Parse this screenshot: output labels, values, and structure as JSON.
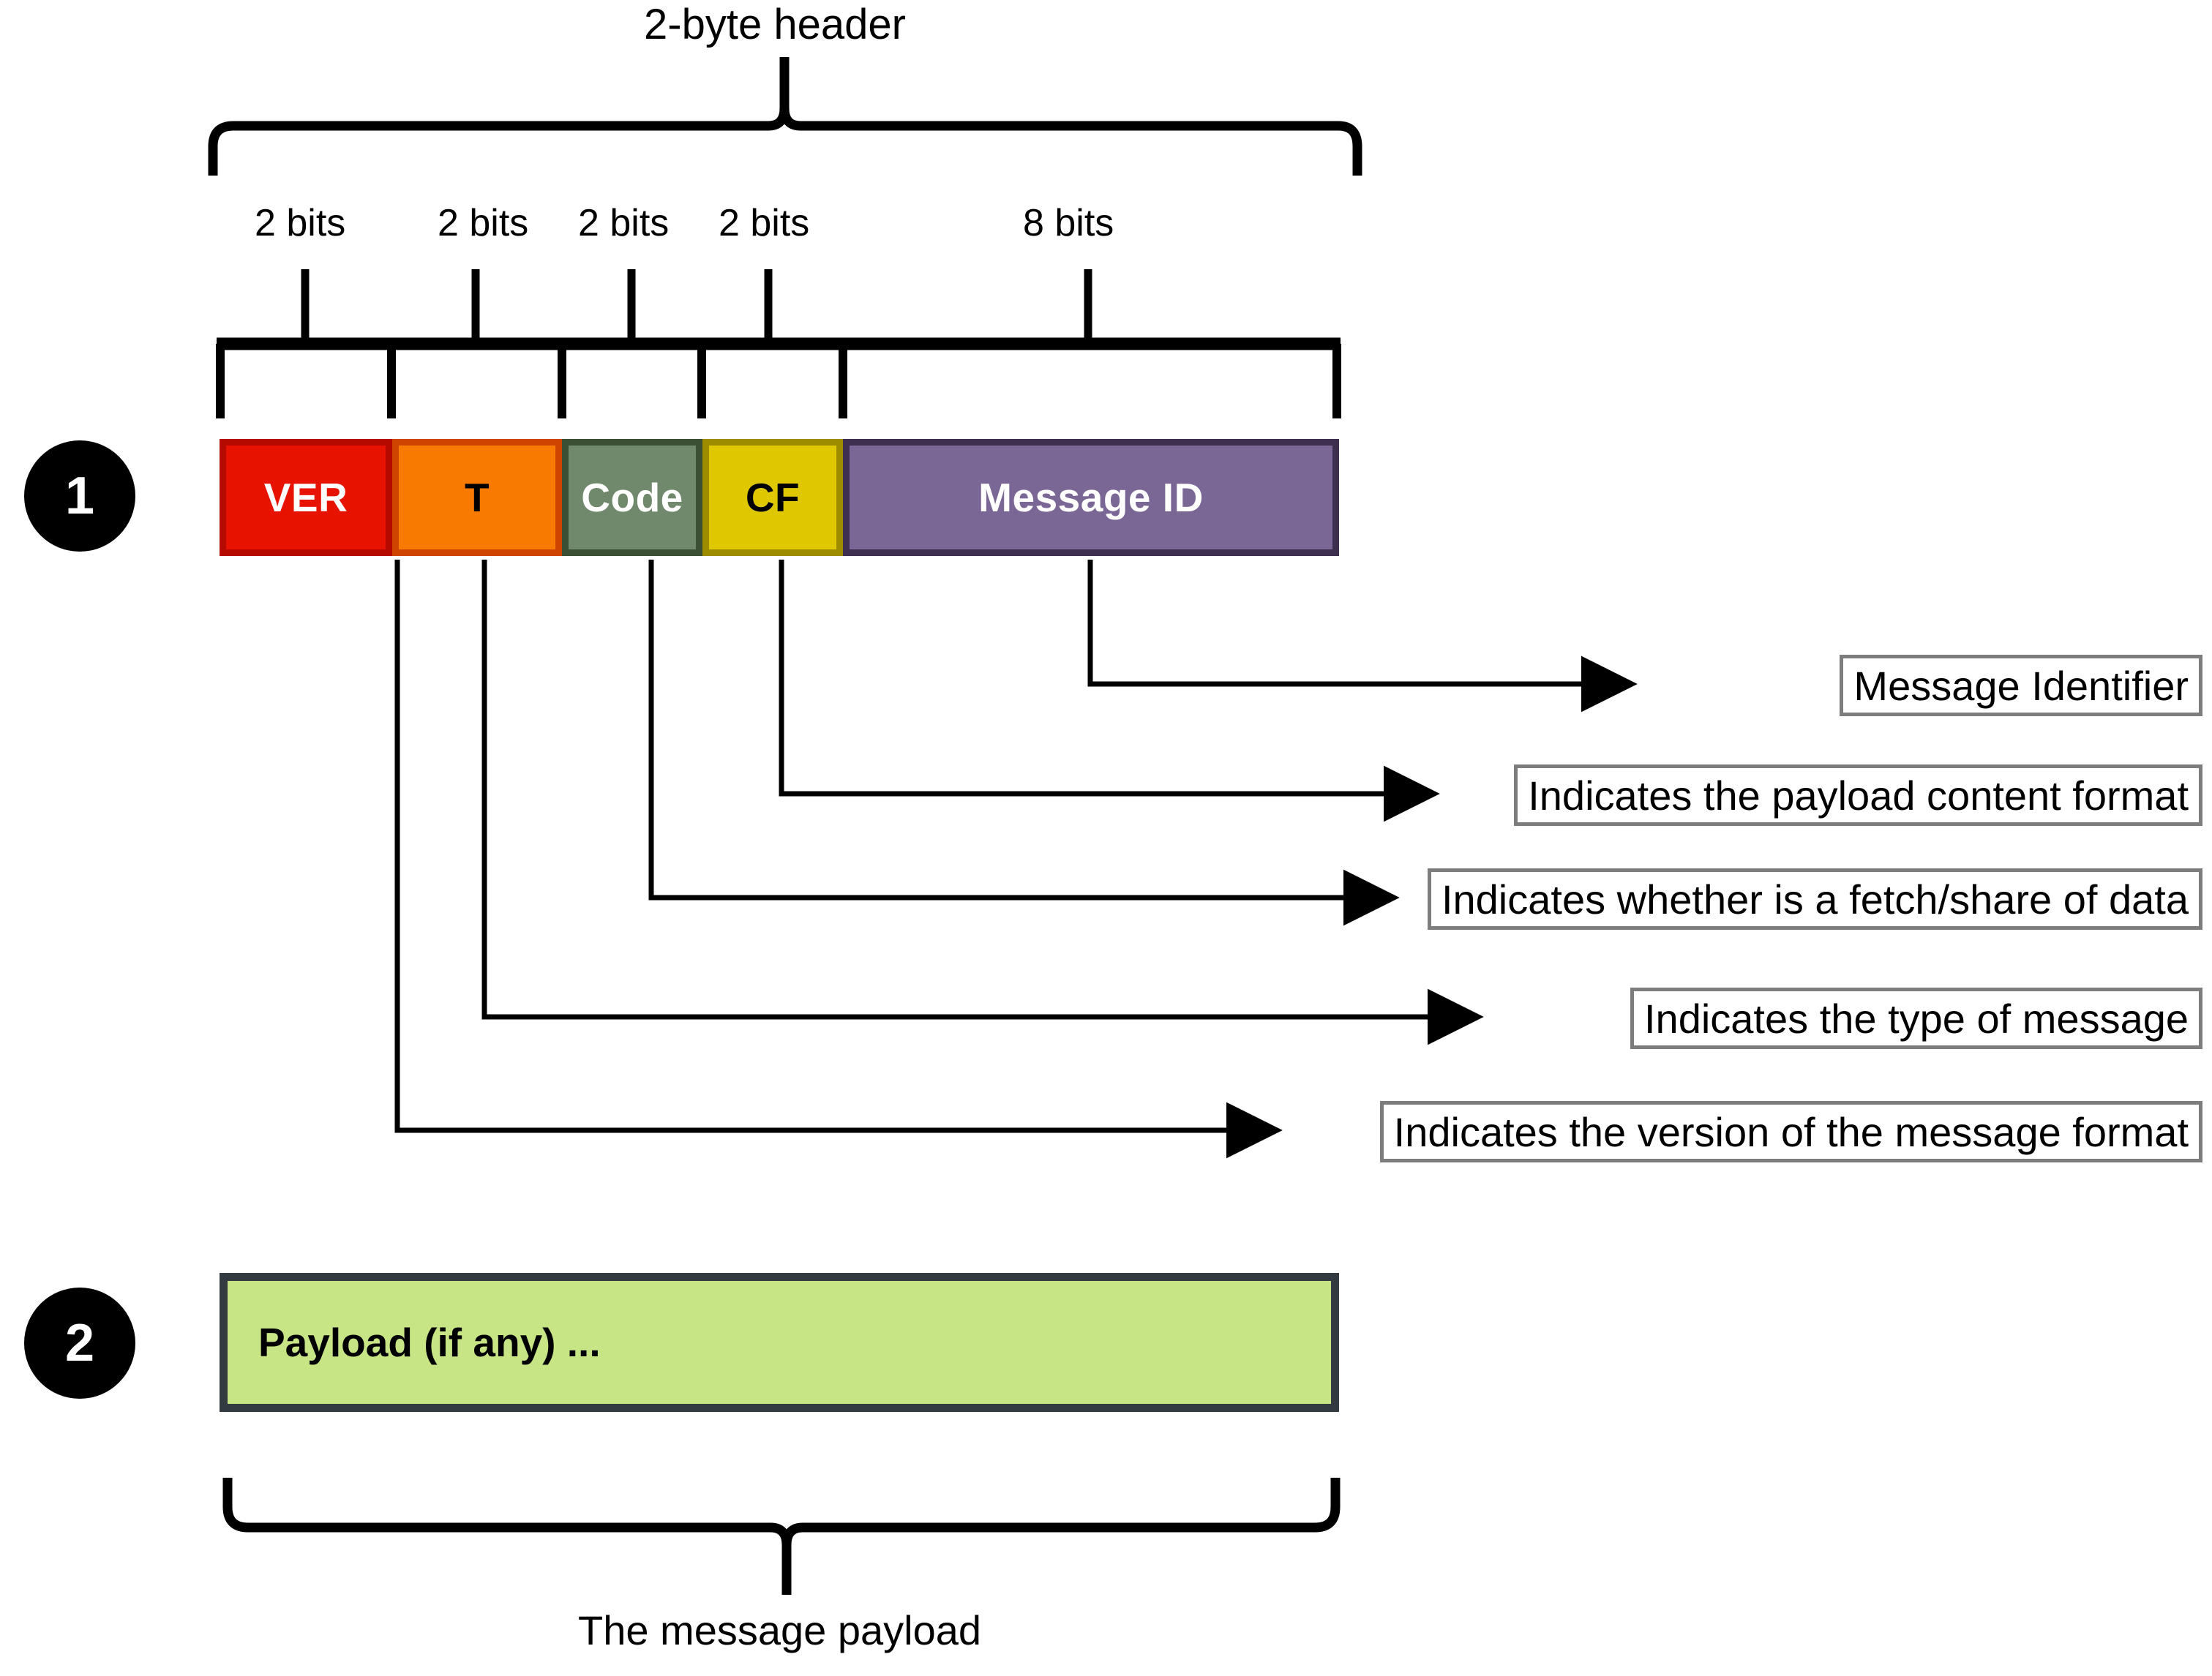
{
  "diagram": {
    "header_caption": "2-byte header",
    "footer_caption": "The message payload",
    "bit_labels": [
      {
        "text": "2 bits"
      },
      {
        "text": "2 bits"
      },
      {
        "text": "2 bits"
      },
      {
        "text": "2 bits"
      },
      {
        "text": "8 bits"
      }
    ],
    "row_badges": [
      {
        "number": "1"
      },
      {
        "number": "2"
      }
    ],
    "header_fields": [
      {
        "label": "VER",
        "bits": "2 bits",
        "fill": "#e81200",
        "border": "#b50a00",
        "text_color": "#ffffff"
      },
      {
        "label": "T",
        "bits": "2 bits",
        "fill": "#f97a00",
        "border": "#cf4400",
        "text_color": "#000000"
      },
      {
        "label": "Code",
        "bits": "2 bits",
        "fill": "#70886b",
        "border": "#3b4f35",
        "text_color": "#ffffff"
      },
      {
        "label": "CF",
        "bits": "2 bits",
        "fill": "#e0c800",
        "border": "#9d8c00",
        "text_color": "#000000"
      },
      {
        "label": "Message ID",
        "bits": "8 bits",
        "fill": "#7b6795",
        "border": "#3d2f50",
        "text_color": "#ffffff"
      }
    ],
    "payload": {
      "label": "Payload (if any) ...",
      "fill": "#c8e585",
      "border": "#333a40"
    },
    "callouts": [
      {
        "field": "Message ID",
        "text": "Message Identifier"
      },
      {
        "field": "CF",
        "text": "Indicates the payload content format"
      },
      {
        "field": "Code",
        "text": "Indicates whether is a fetch/share of data"
      },
      {
        "field": "T",
        "text": "Indicates the type of message"
      },
      {
        "field": "VER",
        "text": "Indicates the version of the message format"
      }
    ]
  }
}
